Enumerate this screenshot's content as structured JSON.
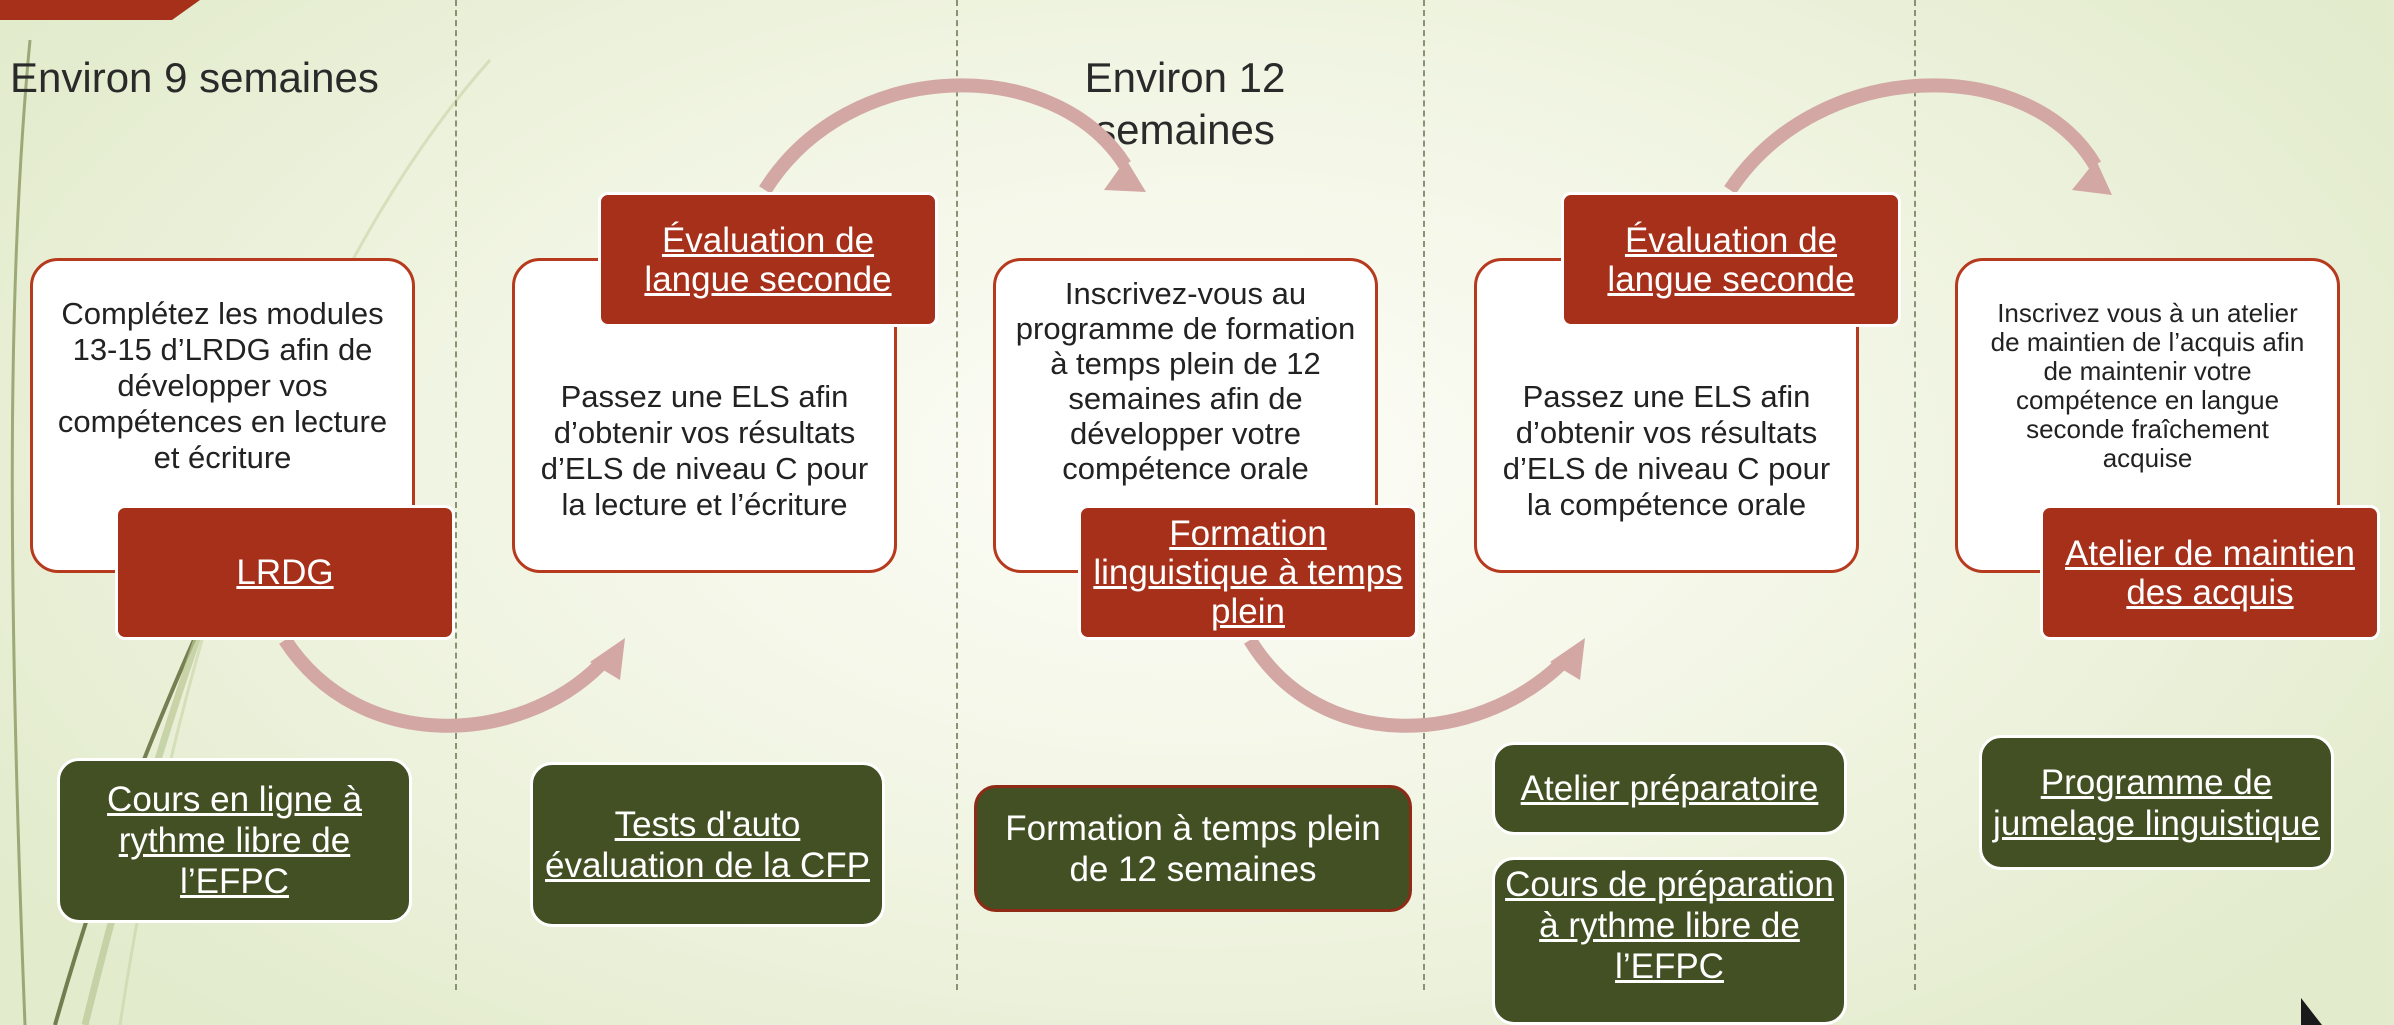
{
  "colors": {
    "accent_red": "#a6301a",
    "accent_green": "#435024",
    "arrow_pink": "#d2a7a4",
    "box_border": "#b63a1e"
  },
  "headings": {
    "left": "Environ 9 semaines",
    "middle": "Environ 12 semaines"
  },
  "steps": [
    {
      "description": "Complétez les modules 13-15 d’LRDG afin de développer vos compétences en lecture et écriture",
      "link_label": "LRDG"
    },
    {
      "link_label": "Évaluation de langue seconde",
      "description": "Passez une ELS afin d’obtenir vos résultats d’ELS de niveau C pour la lecture et l’écriture"
    },
    {
      "description": "Inscrivez-vous au programme de formation à temps plein de 12 semaines afin de développer votre compétence orale",
      "link_label": "Formation linguistique à temps plein"
    },
    {
      "link_label": "Évaluation de langue seconde",
      "description": "Passez une ELS afin d’obtenir vos résultats d’ELS de niveau C pour la compétence orale"
    },
    {
      "description": "Inscrivez vous à un atelier de maintien de l’acquis afin de maintenir votre compétence en langue seconde fraîchement acquise",
      "link_label": "Atelier de maintien des acquis"
    }
  ],
  "resources": [
    {
      "label": "Cours en ligne à rythme libre de l’EFPC"
    },
    {
      "label": "Tests d'auto évaluation de la CFP"
    },
    {
      "label": "Formation à temps plein de 12 semaines"
    },
    {
      "label": "Atelier préparatoire"
    },
    {
      "label": "Cours de préparation à rythme libre de l’EFPC"
    },
    {
      "label": "Programme de jumelage linguistique"
    }
  ]
}
